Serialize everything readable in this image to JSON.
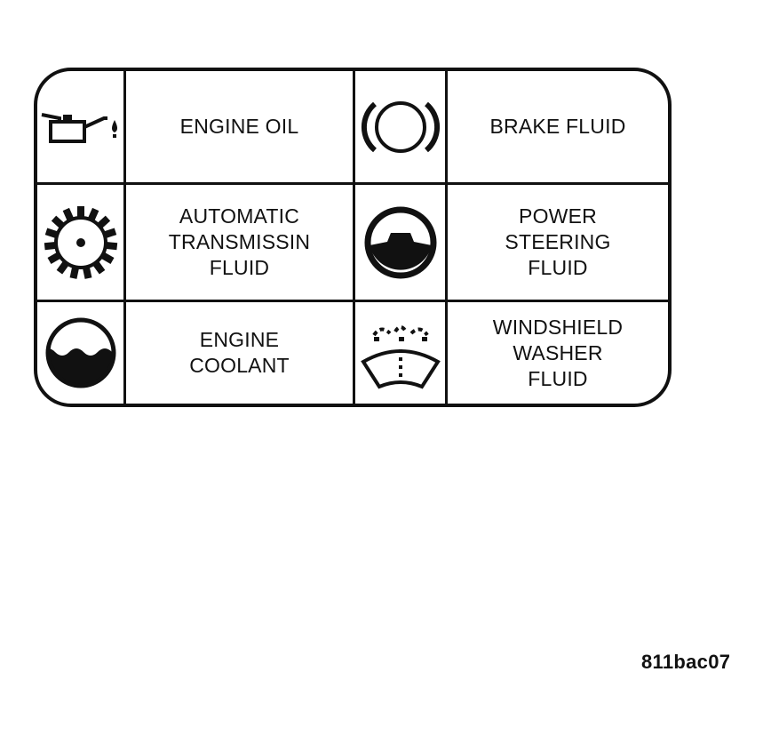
{
  "rows": [
    {
      "left": {
        "icon": "oil-can-icon",
        "label_lines": [
          "ENGINE OIL"
        ]
      },
      "right": {
        "icon": "brake-fluid-icon",
        "label_lines": [
          "BRAKE FLUID"
        ]
      }
    },
    {
      "left": {
        "icon": "gear-icon",
        "label_lines": [
          "AUTOMATIC",
          "TRANSMISSIN",
          "FLUID"
        ]
      },
      "right": {
        "icon": "steering-wheel-icon",
        "label_lines": [
          "POWER",
          "STEERING",
          "FLUID"
        ]
      }
    },
    {
      "left": {
        "icon": "coolant-icon",
        "label_lines": [
          "ENGINE",
          "COOLANT"
        ]
      },
      "right": {
        "icon": "windshield-washer-icon",
        "label_lines": [
          "WINDSHIELD",
          "WASHER",
          "FLUID"
        ]
      }
    }
  ],
  "figure_id": "811bac07",
  "colors": {
    "ink": "#111111",
    "background": "#ffffff"
  }
}
